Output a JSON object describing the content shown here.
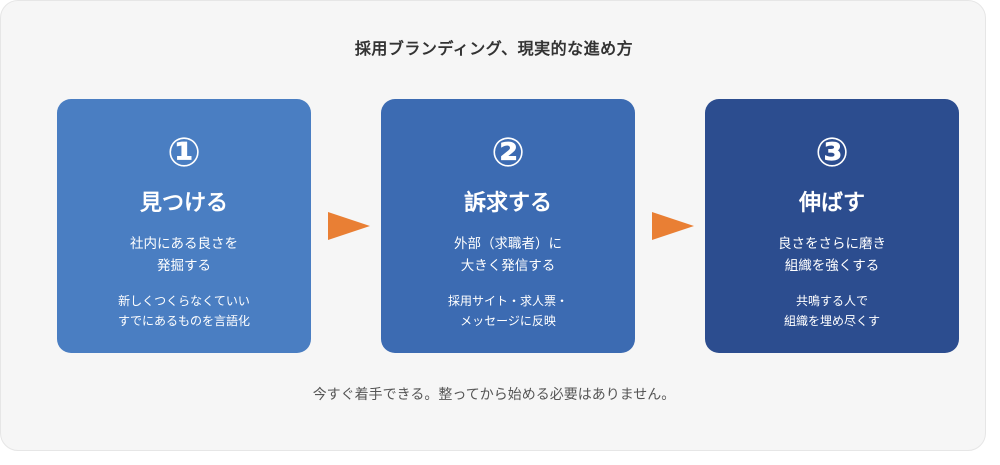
{
  "title": "採用ブランディング、現実的な進め方",
  "steps": [
    {
      "number": "①",
      "heading": "見つける",
      "description": [
        "社内にある良さを",
        "発掘する"
      ],
      "note": [
        "新しくつくらなくていい",
        "すでにあるものを言語化"
      ],
      "color": "#4a7ec2"
    },
    {
      "number": "②",
      "heading": "訴求する",
      "description": [
        "外部（求職者）に",
        "大きく発信する"
      ],
      "note": [
        "採用サイト・求人票・",
        "メッセージに反映"
      ],
      "color": "#3c6bb2"
    },
    {
      "number": "③",
      "heading": "伸ばす",
      "description": [
        "良さをさらに磨き",
        "組織を強くする"
      ],
      "note": [
        "共鳴する人で",
        "組織を埋め尽くす"
      ],
      "color": "#2c4d8f"
    }
  ],
  "arrow_color": "#e97f34",
  "footer": "今すぐ着手できる。整ってから始める必要はありません。"
}
